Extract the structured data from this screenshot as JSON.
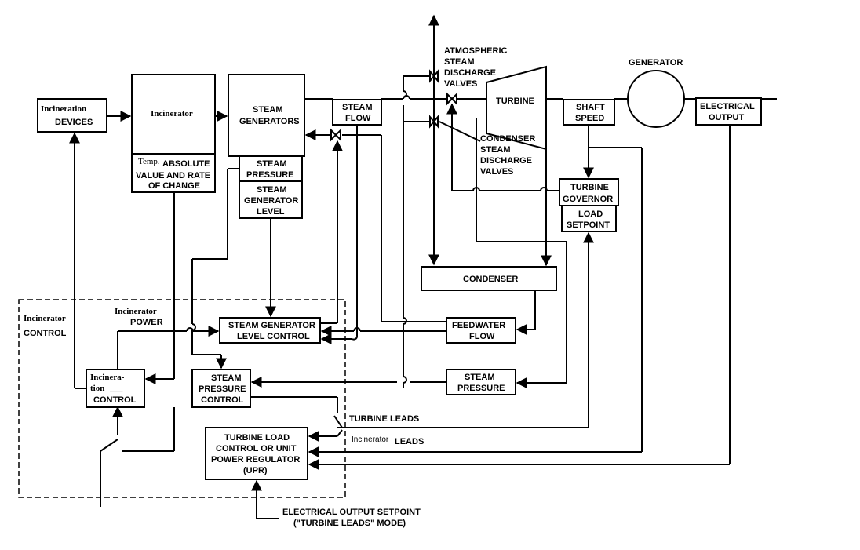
{
  "blocks": {
    "incineration_devices": [
      "Incineration",
      "DEVICES"
    ],
    "incinerator": "Incinerator",
    "temp_label": "Temp.",
    "temp_value": [
      "ABSOLUTE",
      "VALUE AND RATE",
      "OF CHANGE"
    ],
    "steam_generators": [
      "STEAM",
      "GENERATORS"
    ],
    "steam_pressure_sensor": [
      "STEAM",
      "PRESSURE"
    ],
    "steam_generator_level": [
      "STEAM",
      "GENERATOR",
      "LEVEL"
    ],
    "steam_flow": [
      "STEAM",
      "FLOW"
    ],
    "turbine": "TURBINE",
    "shaft_speed": [
      "SHAFT",
      "SPEED"
    ],
    "generator": "GENERATOR",
    "electrical_output": [
      "ELECTRICAL",
      "OUTPUT"
    ],
    "turbine_governor": [
      "TURBINE",
      "GOVERNOR"
    ],
    "load_setpoint": [
      "LOAD",
      "SETPOINT"
    ],
    "condenser": "CONDENSER",
    "feedwater_flow": [
      "FEEDWATER",
      "FLOW"
    ],
    "steam_pressure_transmitter": [
      "STEAM",
      "PRESSURE"
    ],
    "sg_level_control": [
      "STEAM GENERATOR",
      "LEVEL CONTROL"
    ],
    "steam_pressure_control": [
      "STEAM",
      "PRESSURE",
      "CONTROL"
    ],
    "incineration_control": [
      "Incinera-",
      "tion",
      "___",
      "CONTROL"
    ],
    "turbine_load_control": [
      "TURBINE LOAD",
      "CONTROL OR UNIT",
      "POWER REGULATOR",
      "(UPR)"
    ]
  },
  "labels": {
    "atmospheric_valves": [
      "ATMOSPHERIC",
      "STEAM",
      "DISCHARGE",
      "VALVES"
    ],
    "condenser_valves": [
      "CONDENSER",
      "STEAM",
      "DISCHARGE",
      "VALVES"
    ],
    "incinerator_power": [
      "Incinerator",
      "POWER"
    ],
    "incinerator_control_region": [
      "Incinerator",
      "CONTROL"
    ],
    "turbine_leads": "TURBINE LEADS",
    "incinerator_leads_prefix": "Incinerator",
    "incinerator_leads_suffix": "LEADS",
    "electrical_output_setpoint": [
      "ELECTRICAL OUTPUT SETPOINT",
      "(\"TURBINE LEADS\" MODE)"
    ]
  }
}
